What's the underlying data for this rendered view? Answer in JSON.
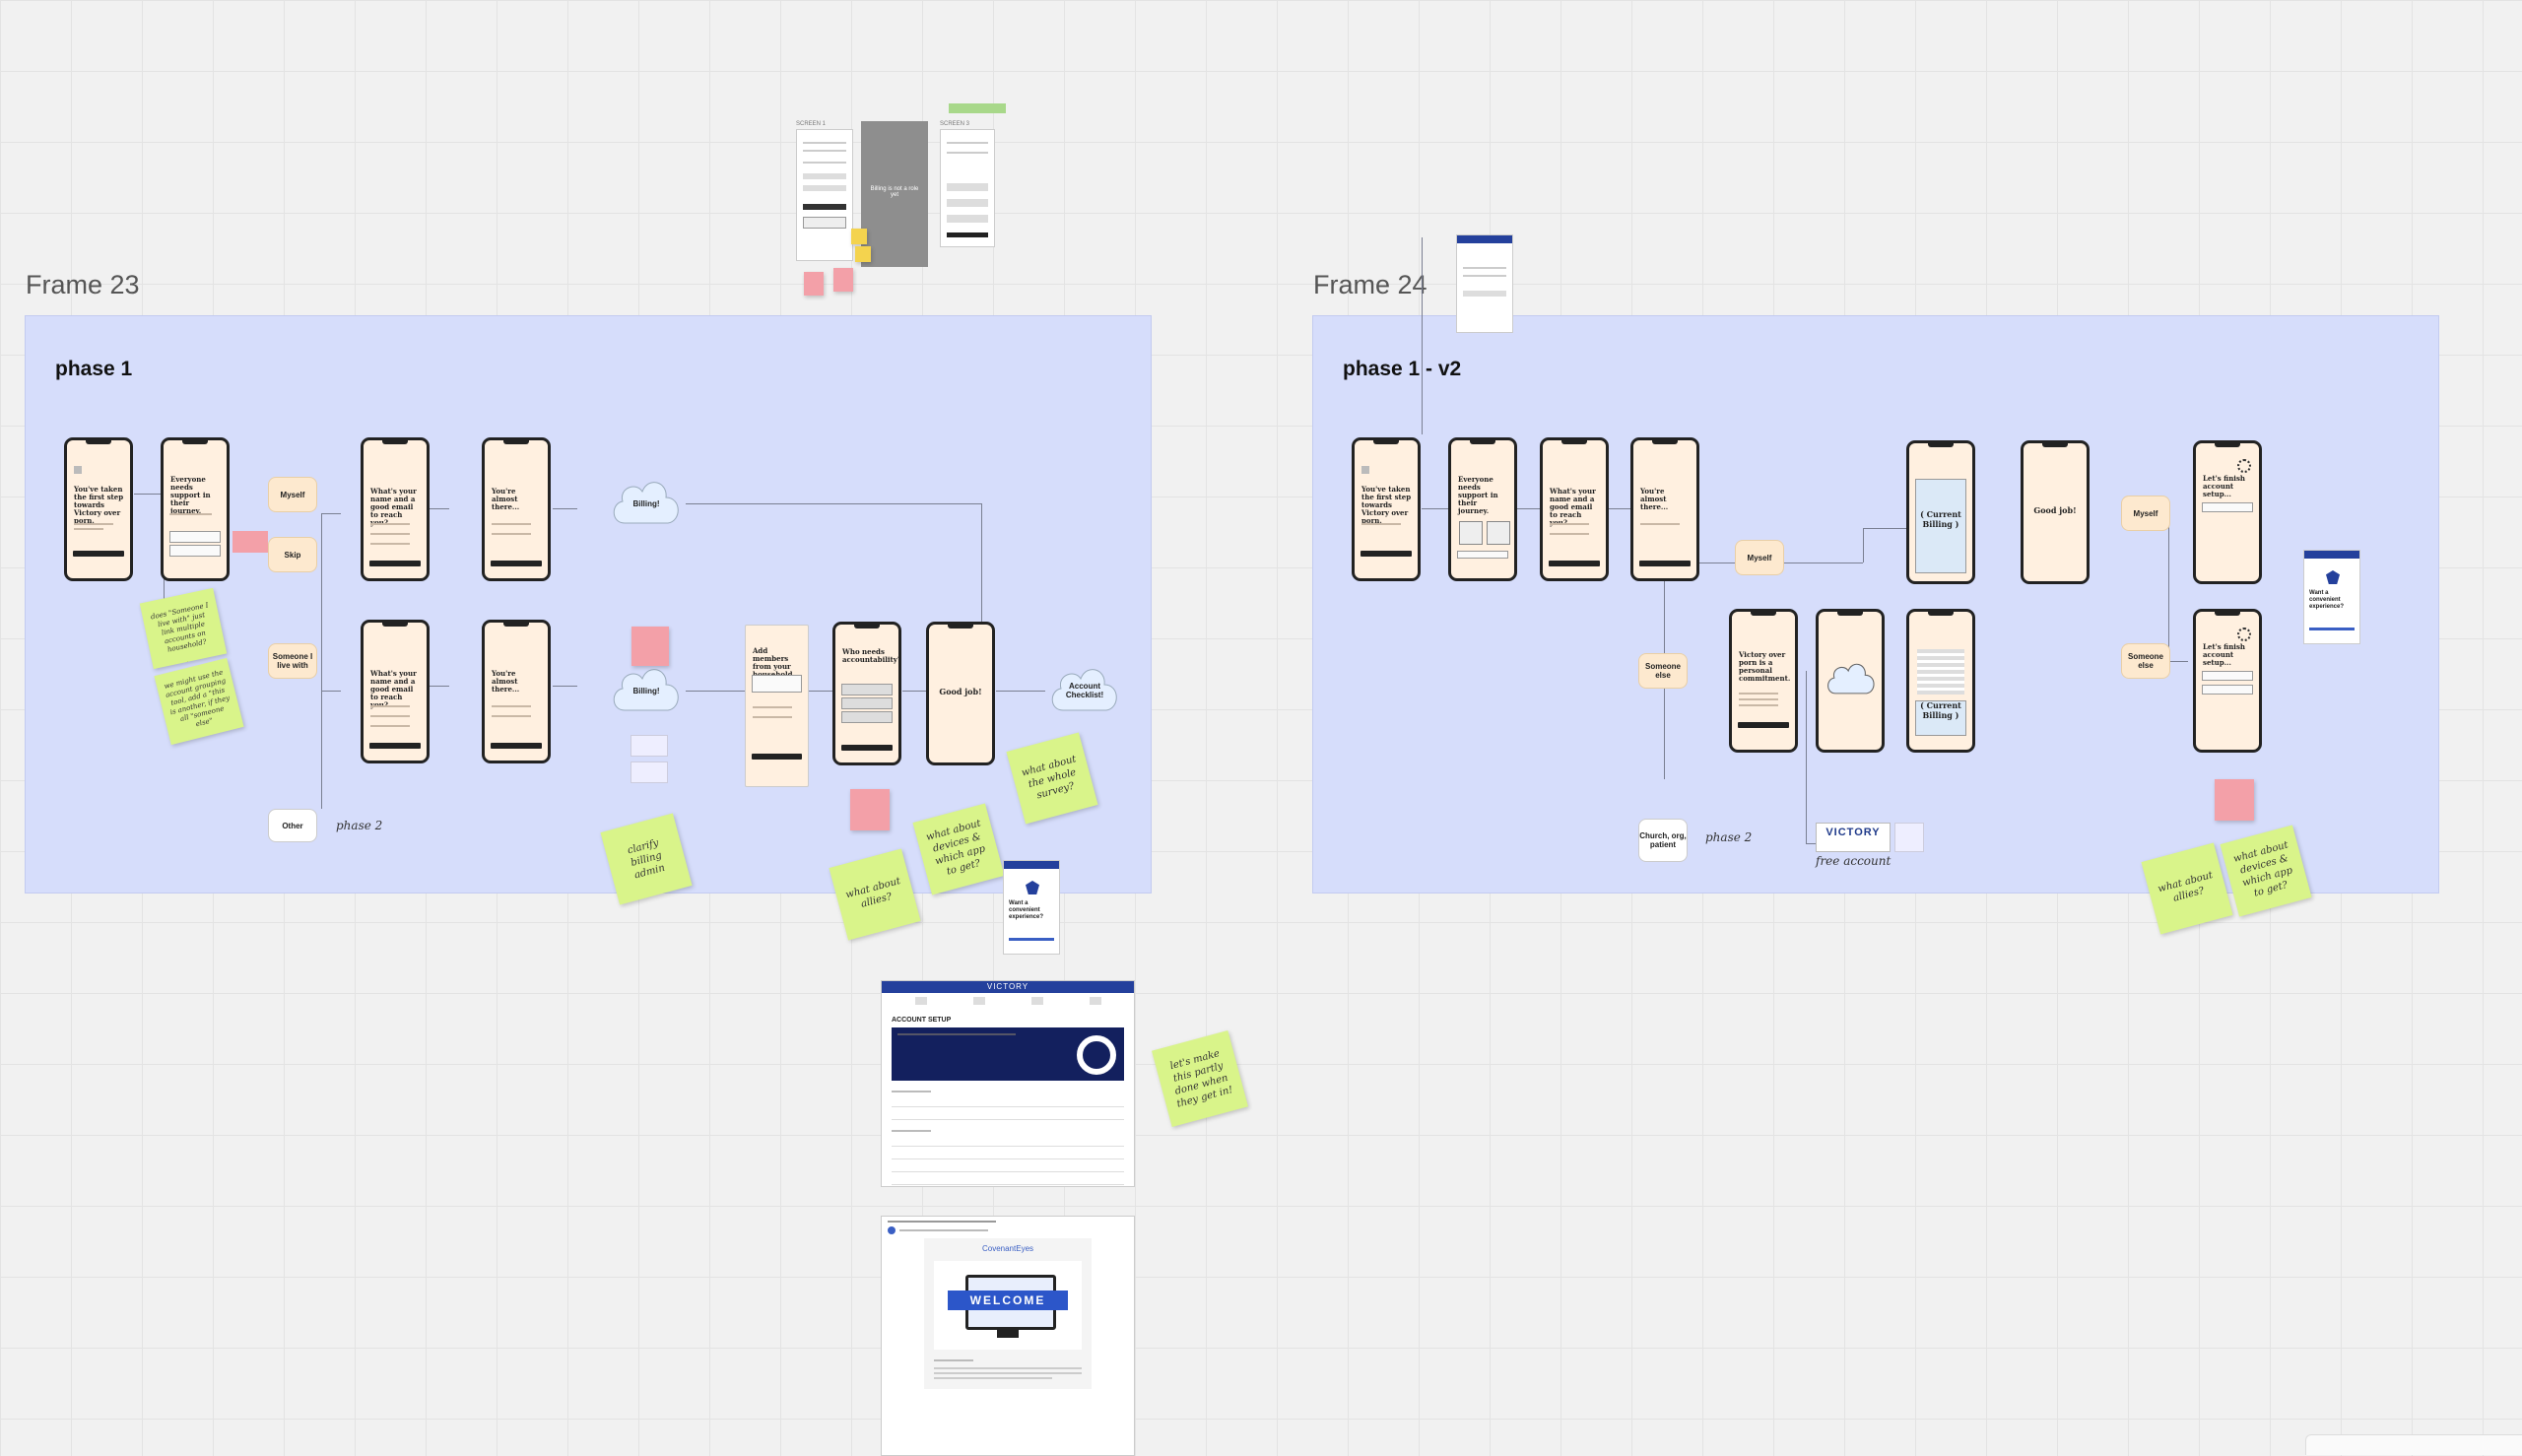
{
  "frames": {
    "frame23": {
      "label": "Frame 23",
      "phase": "phase 1"
    },
    "frame24": {
      "label": "Frame 24",
      "phase": "phase 1 - v2"
    }
  },
  "f23": {
    "phones": {
      "p1": "You've taken the first step towards Victory over porn.",
      "p2": "Everyone needs support in their journey.",
      "p3": "What's your name and a good email to reach you?",
      "p4": "You're almost there...",
      "p5": "What's your name and a good email to reach you?",
      "p6": "You're almost there...",
      "p7": "Add members from your household.",
      "p8": "Who needs accountability?",
      "p9": "Good job!"
    },
    "chips": {
      "myself": "Myself",
      "skip": "Skip",
      "someone": "Someone I live with",
      "other": "Other"
    },
    "phase2": "phase 2",
    "clouds": {
      "billing1": "Billing!",
      "billing2": "Billing!",
      "checklist": "Account Checklist!"
    },
    "stickies": {
      "s1": "does \"Someone I live with\" just link multiple accounts on household?",
      "s2": "we might use the account grouping tool, add a \"this is another, if they all \"someone else\"",
      "s3": "clarify billing admin",
      "s4": "what about allies?",
      "s5": "what about devices & which app to get?",
      "s6": "what about the whole survey?"
    }
  },
  "f24": {
    "phones": {
      "p1": "You've taken the first step towards Victory over porn.",
      "p2": "Everyone needs support in their journey.",
      "p3": "What's your name and a good email to reach you?",
      "p4": "You're almost there...",
      "p5": "( Current Billing )",
      "p6": "Good job!",
      "p7": "Let's finish account setup...",
      "p8": "Victory over porn is a personal commitment.",
      "p9": "( Current Billing )",
      "p10": "Let's finish account setup..."
    },
    "chips": {
      "myself1": "Myself",
      "someone1": "Someone else",
      "church": "Church, org, patient",
      "myself2": "Myself",
      "someone2": "Someone else"
    },
    "phase2": "phase 2",
    "victory": "VICTORY",
    "free_account": "free account",
    "stickies": {
      "s1": "what about allies?",
      "s2": "what about devices & which app to get?"
    }
  },
  "top": {
    "screen1": "SCREEN 1",
    "screen3": "SCREEN 3",
    "grey_text": "Billing is not a role yet"
  },
  "right_card": {
    "text": "Want a convenient experience?"
  },
  "bottom_card": {
    "text": "Want a convenient experience?"
  },
  "dashboard": {
    "brand": "VICTORY",
    "title": "ACCOUNT SETUP"
  },
  "email": {
    "brand": "CovenantEyes",
    "banner": "WELCOME"
  },
  "sticky_below": "let's make this partly done when they get in!"
}
